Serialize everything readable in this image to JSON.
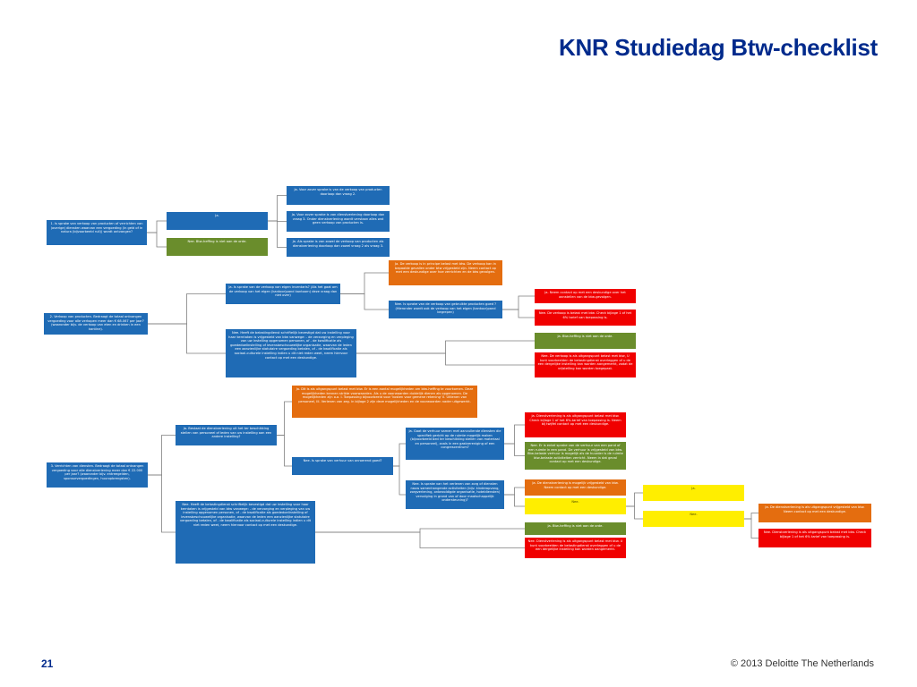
{
  "header": {
    "title": "KNR Studiedag Btw-checklist"
  },
  "footer": {
    "page_number": "21",
    "copyright": "© 2013 Deloitte The Netherlands"
  },
  "colors": {
    "blue": "#1f6bb5",
    "green": "#6a8d2c",
    "orange": "#e46d0f",
    "red": "#f00000",
    "yellow": "#ffee00",
    "title": "#002a8c"
  },
  "nodes": [
    {
      "id": "q1",
      "color": "blue",
      "text": "1. Is sprake van verkoop van producten of verrichten van (overige) diensten waarvan een vergoeding (in geld of in natura (bijvoorbeeld ruil)) wordt ontvangen?"
    },
    {
      "id": "q1-ja",
      "color": "blue",
      "text": "Ja."
    },
    {
      "id": "q1-nee",
      "color": "green",
      "text": "Nee. Btw-heffing is niet aan de orde."
    },
    {
      "id": "q1-ja-1",
      "color": "blue",
      "text": "Ja. Voor zover sprake is van de verkoop van producten doorloop dan vraag 2."
    },
    {
      "id": "q1-ja-2",
      "color": "blue",
      "text": "Ja. Voor zover sprake is van dienstverlening doorloop dan vraag 3. Onder dienstverlening wordt verstaan alles wat geen verkoop van producten is."
    },
    {
      "id": "q1-ja-3",
      "color": "blue",
      "text": "Ja. Als sprake is van zowel de verkoop van producten als dienstverlening doorloop dan zowel vraag 2 als vraag 3."
    },
    {
      "id": "q2",
      "color": "blue",
      "text": "2. Verkoop van producten. Bedraagt de totaal ontvangen vergoeding voor alle verkopen meer dan € 68.067 per jaar? (waaronder bijv. de verkoop van eten en drinken in een kantine)."
    },
    {
      "id": "q2-ja",
      "color": "blue",
      "text": "Ja. Is sprake van de verkoop van eigen inventaris? (Als het gaat om de verkoop van het eigen (kantoor)pand kantoorn) deze vraag dan niet over)"
    },
    {
      "id": "q2-nee",
      "color": "blue",
      "text": "Nee. Heeft de belastingdienst schriftelijk bevestigd dat uw instelling voor haar kerntaken is vrijgesteld van btw vanwege: - de verzorging en verpleging van uw instelling opgenomen personen, of - de kwalificatie als goededoelinstelling of levensbeschouwelijke organisatie, waarvan de leden een aanzienlijke statutaire vergoeding betalen, of - de kwalificatie als sociaal-culturele instelling indien u dit niet reden weet, neem hiervoor contact op met een deskundige."
    },
    {
      "id": "q2-ja-ja",
      "color": "orange",
      "text": "Ja. De verkoop is in principe belast met btw. De verkoop kan in bepaalde gevallen onder btw vrijgesteld zijn. Neem contact op met een deskundige over hoe verrichten en de btw gevolgen."
    },
    {
      "id": "q2-ja-nee",
      "color": "blue",
      "text": "Nee. Is sprake van de verkoop van gebruikte producten goed ? (Hieronder wordt ook de verkoop van het eigen (kantoor)pand begrepen)"
    },
    {
      "id": "q2-ja-nee-ja",
      "color": "red",
      "text": "Ja. Neem contact op met een deskundige over het aanstellen van de btw-gevolgen."
    },
    {
      "id": "q2-ja-nee-nee",
      "color": "red",
      "text": "Nee. De verkoop is belast met btw. Check bijlage 1 of het 6% tarief van toepassing is."
    },
    {
      "id": "q2-nee-ja",
      "color": "green",
      "text": "Ja. Btw-heffing is niet aan de orde."
    },
    {
      "id": "q2-nee-nee",
      "color": "red",
      "text": "Nee. De verkoop is als uitgangspunt belast met btw, U kunt voorbeelden de belastingdienst overleggen of u de een dergelijke instelling kan worden aangemerkt, zodat de vrijstelling kan worden toegepast."
    },
    {
      "id": "q3-oranje",
      "color": "orange",
      "text": "Ja. Dit is als uitgangspunt belast met btw. Er is een aantal mogelijkheden om btw-heffing te voorkomen. Deze mogelijkheden kennen strikte voorwaarden. Als u de voorwaarden duidelijk dienen als opgenomen. De mogelijkheden zijn o.a. I. Toepassing bijvoorbeeld voor 'kosten voor gemene rekening' II. Uitlenen van personeel, III. Verlenen van zeg. in bijlage 2 zijn deze mogelijkheden en de voorwaarden nader uitgewerkt."
    },
    {
      "id": "q3",
      "color": "blue",
      "text": "3. Verrichten van diensten. Bedraagt de totaal ontvangen vergoeding voor alle dienstverlening meer dan € 22.000 per jaar? (waaronder bijv. entreegelden, sponsorvergoedingen, huuropbrengsten)."
    },
    {
      "id": "q3-ja",
      "color": "blue",
      "text": "Ja. Bestaat de dienstverlening uit het ter beschikking stellen van personeel of leden van uw instelling aan een andere instelling?"
    },
    {
      "id": "q3-ja-nee",
      "color": "blue",
      "text": "Nee. Is sprake van verhuur van onroerend goed?"
    },
    {
      "id": "q3-nee",
      "color": "blue",
      "text": "Nee. Heeft de belastingdienst schriftelijk bevestigd dat uw instelling voor haar kerntaken is vrijgesteld van btw vanwege: - de verzorging en verpleging van uw instelling opgenomen personen, of - de kwalificatie als goededoelinstelling of levensbeschouwelijke organisatie, waarvan de leden een aanzienlijke statutaire vergoeding betalen, of - de kwalificatie als sociaal-culturele instelling indien u dit niet reden weet, neem hiervoor contact op met een deskundige."
    },
    {
      "id": "q3-vh-ja",
      "color": "blue",
      "text": "Ja. Gaat de verhuur samen met aanvullende diensten die specifiek gericht op de ruimte mogelijk maken (bijvoorbeeld bed ter beschikking stellen van materiaal en personeel), zoals in een gastvereniging of een congrescentrum?"
    },
    {
      "id": "q3-vh-nee",
      "color": "blue",
      "text": "Nee. Is sprake van het verlenen van zorg of diensten nauw samenhangende activiteiten (bijv. kinderopvang, zorgverlening, onbezoldigde organisatie, hoteldiensten) vervolging in grond van of door maatschappelijk ondersteuning)?"
    },
    {
      "id": "r1",
      "color": "red",
      "text": "Ja. Dienstverlening is als uitgangspunt belast met btw. Check bijlage 1 of het 6%-tarief van toepassing is. Neem bij twijfel contact op met een deskundige."
    },
    {
      "id": "r2",
      "color": "green",
      "text": "Nee. Er is enkel sprake van de verhuur van een pand of een ruimte in een pand. De verhuur is vrijgesteld van btw. Btw-belaste verhuur is mogelijk als de huurder is de ruimte btw-belaste activiteiten verricht. Neem in dat geval contact op met een deskundige."
    },
    {
      "id": "r3",
      "color": "orange",
      "text": "Ja. De dienstverlening is mogelijk vrijgesteld van btw. Neem contact op met een deskundige."
    },
    {
      "id": "r4",
      "color": "yellow",
      "text": "Nee."
    },
    {
      "id": "r5",
      "color": "green",
      "text": "Ja. Btw-heffing is niet aan de orde."
    },
    {
      "id": "r6",
      "color": "red",
      "text": "Nee. Dienstverlening is als uitgangspunt belast met btw. U kunt voorbeelden de belastingdienst overleggen of u de een dergelijke instelling kan worden aangemerkt."
    },
    {
      "id": "y1",
      "color": "yellow",
      "text": "Ja."
    },
    {
      "id": "y2",
      "color": "yellow",
      "text": "Nee."
    },
    {
      "id": "o-end",
      "color": "orange",
      "text": "Ja. De dienstverlening is als uitgangspunt vrijgesteld van btw. Neem contact op met een deskundige."
    },
    {
      "id": "r-end",
      "color": "red",
      "text": "Nee. Dienstverlening is als uitgangspunt belast met btw. Check bijlage 1 of het 6% tarief van toepassing is."
    }
  ]
}
